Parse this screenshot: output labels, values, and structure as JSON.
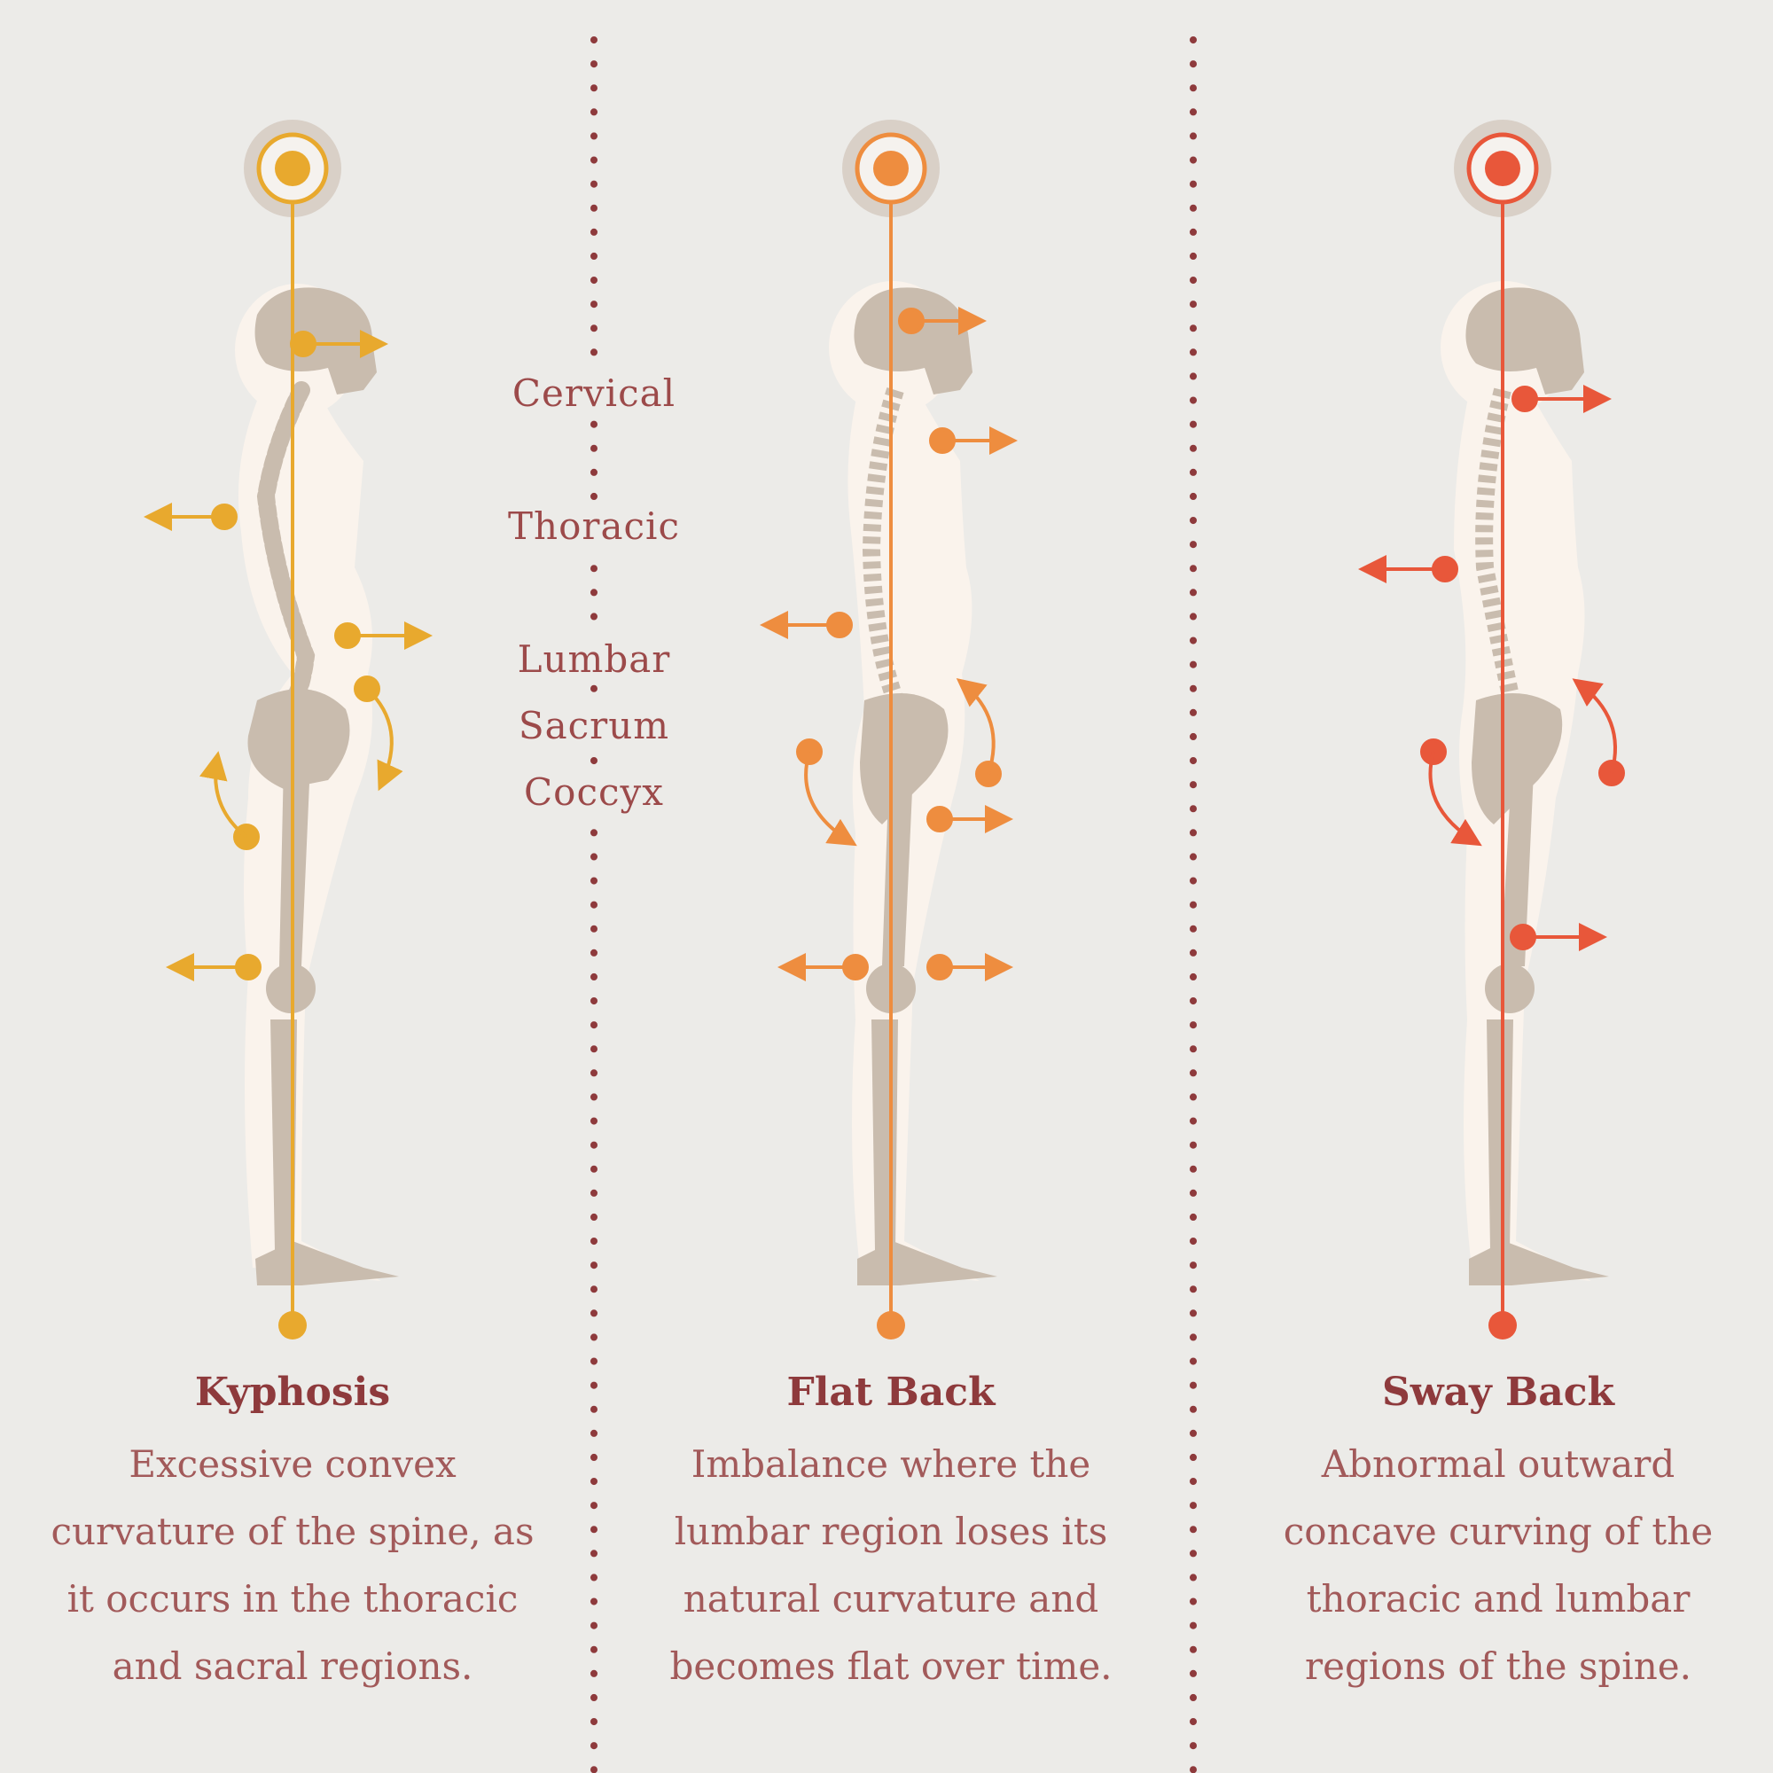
{
  "colors": {
    "background": "#ecebe8",
    "text": "#9c4a4a",
    "title": "#8e3a3c",
    "divider_dot": "#8e3a3c",
    "bone": "#c9bcae",
    "body_silhouette": "#faf3ec",
    "halo": "#d9d0c7",
    "kyphosis_accent": "#e8a92e",
    "flatback_accent": "#ee8d3f",
    "swayback_accent": "#e8573a"
  },
  "spine_regions": {
    "cervical": "Cervical",
    "thoracic": "Thoracic",
    "lumbar": "Lumbar",
    "sacrum": "Sacrum",
    "coccyx": "Coccyx"
  },
  "conditions": [
    {
      "title": "Kyphosis",
      "description_lines": [
        "Excessive convex",
        "curvature of the spine, as",
        "it occurs in the thoracic",
        "and sacral regions."
      ],
      "accent": "#e8a92e",
      "markers": [
        "head-forward",
        "upper-back-backward",
        "abdomen-forward",
        "pelvis-rotate-down",
        "glute-rotate-up",
        "knee-backward"
      ]
    },
    {
      "title": "Flat Back",
      "description_lines": [
        "Imbalance where the",
        "lumbar region loses its",
        "natural curvature and",
        "becomes flat over time."
      ],
      "accent": "#ee8d3f",
      "markers": [
        "head-forward",
        "neck-forward",
        "mid-back-backward",
        "pelvis-rotate-up",
        "glute-rotate-down",
        "hip-forward",
        "knee-backward",
        "knee-forward"
      ]
    },
    {
      "title": "Sway Back",
      "description_lines": [
        "Abnormal outward",
        "concave curving of the",
        "thoracic and lumbar",
        "regions of the spine."
      ],
      "accent": "#e8573a",
      "markers": [
        "neck-forward",
        "upper-back-backward",
        "pelvis-rotate-up",
        "glute-rotate-down",
        "thigh-forward"
      ]
    }
  ]
}
